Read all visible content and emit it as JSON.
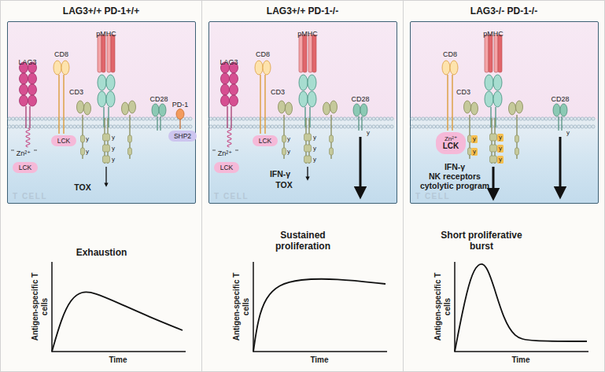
{
  "diagram": {
    "nodes": [
      {
        "text": [
          "LAG3+/+ PD-1+/+"
        ]
      },
      {
        "text": [
          "T CELL"
        ],
        "in": 0
      },
      {
        "text": [
          "LCK"
        ],
        "in": 1
      },
      {
        "text": [
          "LCK"
        ],
        "in": 1
      },
      {
        "text": [
          "SHP2"
        ],
        "in": 1
      },
      {
        "text": [
          "LAG3+/+ PD-1-/-"
        ]
      },
      {
        "text": [
          "T CELL"
        ],
        "in": 5
      },
      {
        "text": [
          "LCK"
        ],
        "in": 6
      },
      {
        "text": [
          "LCK"
        ],
        "in": 6
      },
      {
        "text": [
          "LAG3-/- PD-1-/-"
        ]
      },
      {
        "text": [
          "T CELL"
        ],
        "in": 9
      },
      {
        "text": [
          "Zn²⁺",
          "LCK"
        ],
        "in": 10
      }
    ],
    "labels": [
      "LAG3",
      "CD8",
      "pMHC",
      "CD3",
      "CD28",
      "PD-1",
      "Zn²⁺",
      "TOX",
      "y",
      "y",
      "y",
      "y",
      "y",
      "Exhaustion",
      "Antigen-specific T cells",
      "Time",
      "LAG3",
      "CD8",
      "pMHC",
      "CD3",
      "CD28",
      "Zn²⁺",
      "IFN-γ",
      "TOX",
      "y",
      "y",
      "y",
      "y",
      "y",
      "y",
      "Sustained proliferation",
      "Antigen-specific T cells",
      "Time",
      "CD8",
      "pMHC",
      "CD3",
      "CD28",
      "IFN-γ",
      "NK receptors",
      "cytolytic program",
      "y",
      "y",
      "y",
      "y",
      "y",
      "y",
      "Short proliferative burst",
      "Antigen-specific T cells",
      "Time"
    ]
  }
}
